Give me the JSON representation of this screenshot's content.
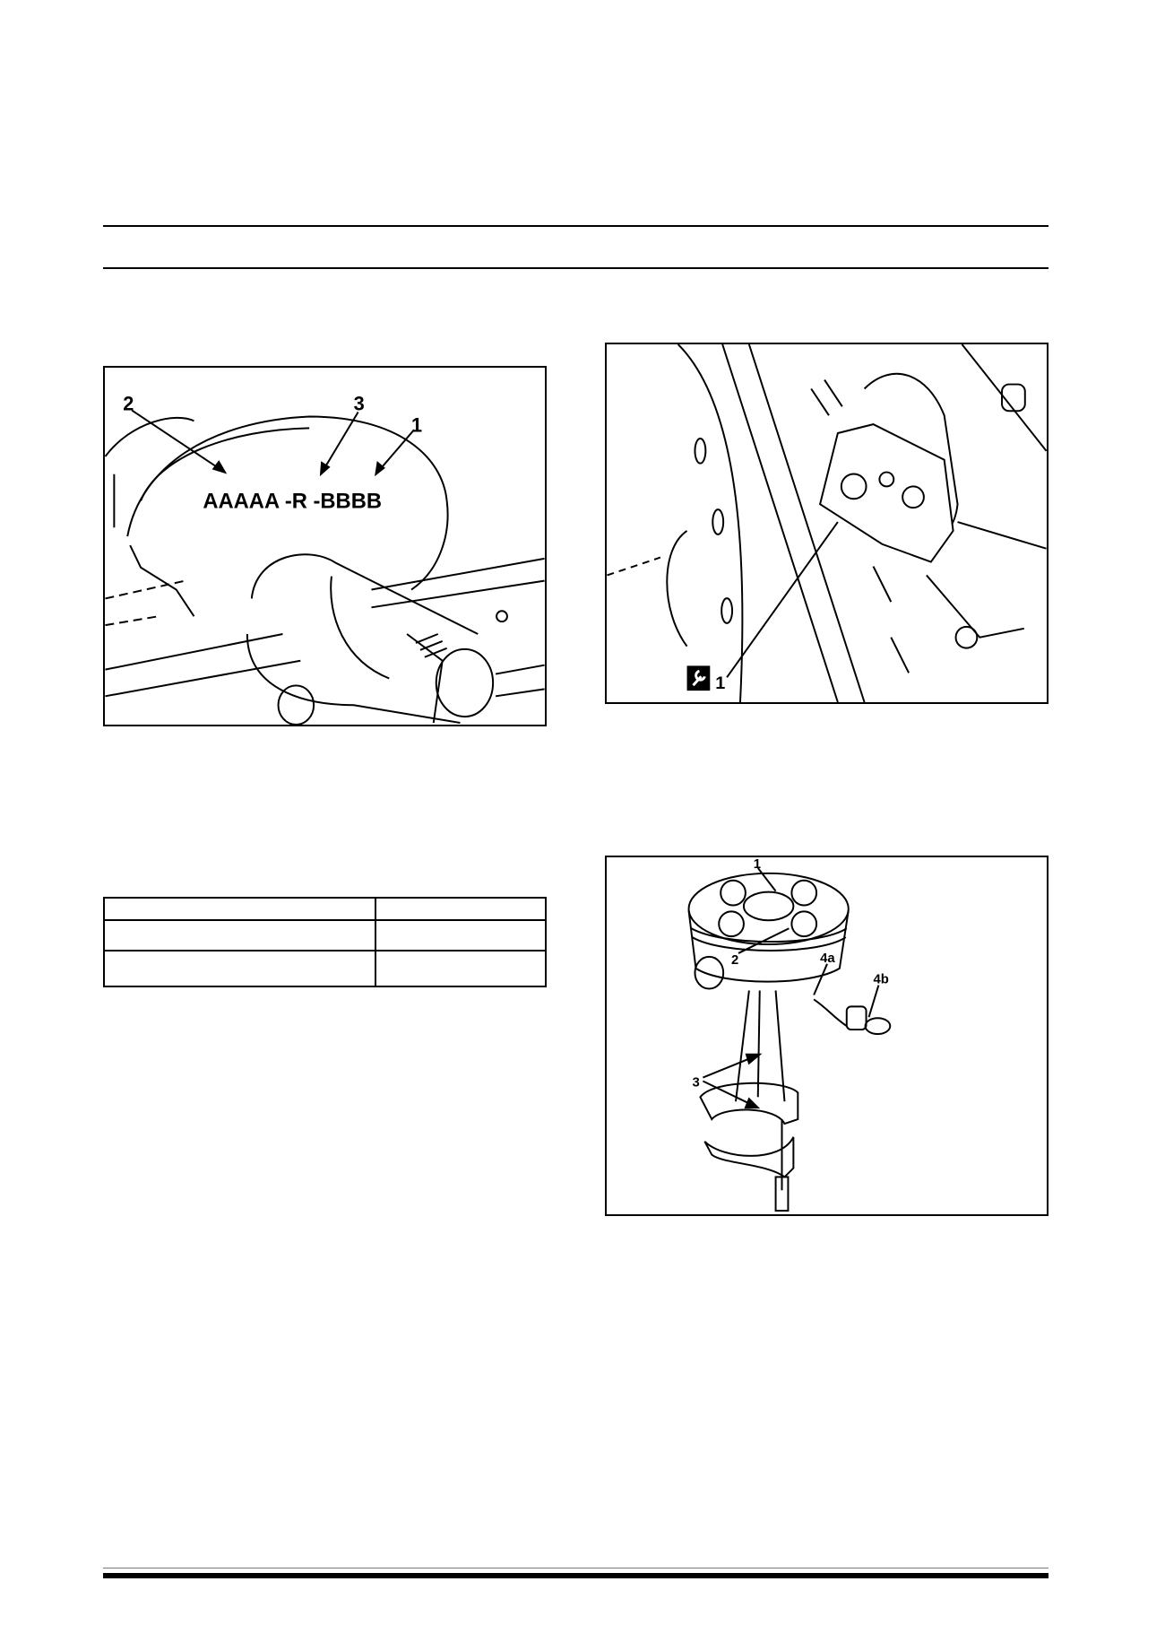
{
  "figures": {
    "fig1": {
      "code_text": "AAAAA -R -BBBB",
      "callouts": [
        "2",
        "3",
        "1"
      ]
    },
    "fig2": {
      "callouts": [
        "1"
      ],
      "tool_icon": "wrench-icon"
    },
    "fig3": {
      "callouts": [
        "1",
        "2",
        "3",
        "4a",
        "4b"
      ]
    }
  },
  "table": {
    "rows": [
      [
        "",
        ""
      ],
      [
        "",
        ""
      ],
      [
        "",
        ""
      ]
    ]
  }
}
